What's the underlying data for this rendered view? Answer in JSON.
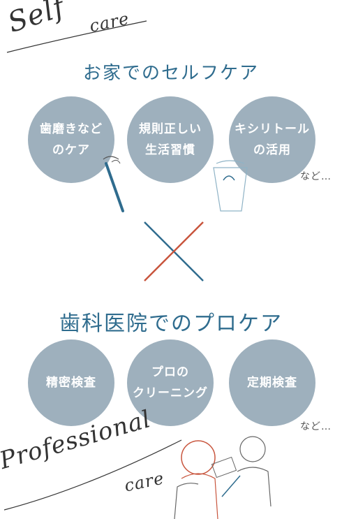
{
  "script": {
    "self": "Self",
    "care_top": "care",
    "professional": "Professional",
    "care_bottom": "care"
  },
  "home_care": {
    "title": "お家でのセルフケア",
    "items": [
      {
        "label": "歯磨きなど\nのケア"
      },
      {
        "label": "規則正しい\n生活習慣"
      },
      {
        "label": "キシリトール\nの活用"
      }
    ],
    "etc": "など…"
  },
  "pro_care": {
    "title": "歯科医院でのプロケア",
    "items": [
      {
        "label": "精密検査"
      },
      {
        "label": "プロの\nクリーニング"
      },
      {
        "label": "定期検査"
      }
    ],
    "etc": "など…"
  },
  "colors": {
    "heading": "#2f6c8e",
    "circle": "#9eb0bd",
    "cross_blue": "#2f6c8e",
    "cross_red": "#c8553d"
  }
}
